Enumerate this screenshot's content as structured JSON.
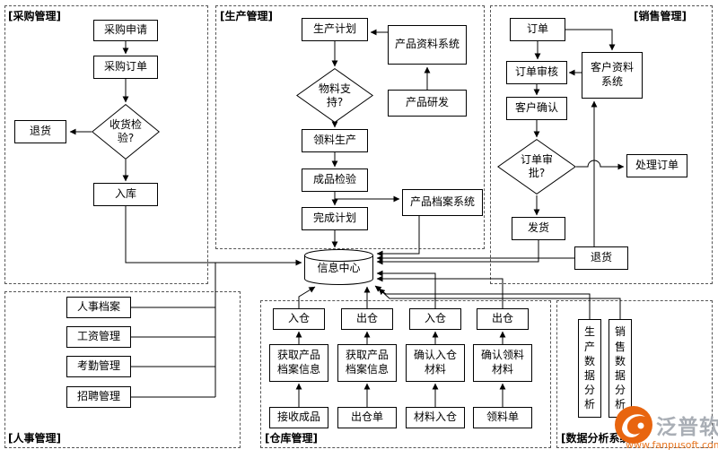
{
  "diagram": {
    "center": {
      "label": "信息中心"
    },
    "sections": {
      "procurement": {
        "label": "[采购管理]",
        "decision": "收货检验?",
        "nodes": [
          "采购申请",
          "采购订单",
          "退货",
          "入库"
        ]
      },
      "production": {
        "label": "[生产管理]",
        "decision": "物料支持?",
        "nodes": [
          "生产计划",
          "产品资料系统",
          "产品研发",
          "领料生产",
          "成品检验",
          "完成计划",
          "产品档案系统"
        ]
      },
      "sales": {
        "label": "[销售管理]",
        "decision": "订单审批?",
        "nodes": [
          "订单",
          "订单审核",
          "客户资料系统",
          "客户确认",
          "处理订单",
          "发货",
          "退货"
        ]
      },
      "hr": {
        "label": "[人事管理]",
        "nodes": [
          "人事档案",
          "工资管理",
          "考勤管理",
          "招聘管理"
        ]
      },
      "warehouse": {
        "label": "[仓库管理]",
        "row1": [
          "入仓",
          "出仓",
          "入仓",
          "出仓"
        ],
        "row2": [
          "获取产品档案信息",
          "获取产品档案信息",
          "确认入仓材料",
          "确认领料材料"
        ],
        "row3": [
          "接收成品",
          "出仓单",
          "材料入仓",
          "领料单"
        ]
      },
      "analysis": {
        "label": "[数据分析系统]",
        "nodes": [
          "生产数据分析",
          "销售数据分析"
        ]
      }
    },
    "watermark": {
      "brand": "泛普软件",
      "url": "www.fanpusoft.com",
      "colors": {
        "logo": "#e8650f",
        "brand_text": "#a9aeb5",
        "url_text": "#e87722"
      }
    }
  }
}
